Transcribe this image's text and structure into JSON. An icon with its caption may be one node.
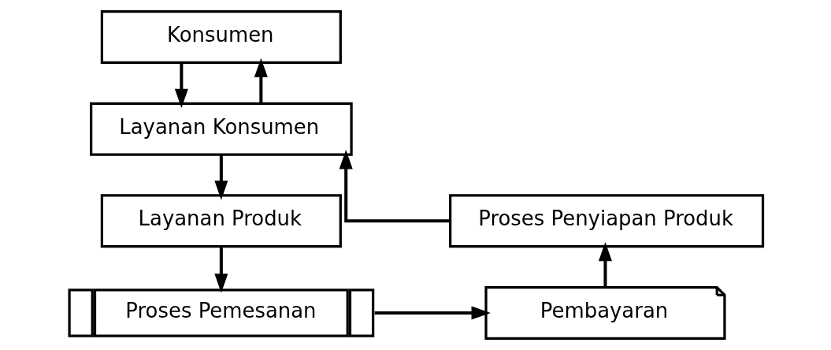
{
  "diagram": {
    "nodes": [
      {
        "text": [
          "Konsumen"
        ]
      },
      {
        "text": [
          "Layanan Konsumen"
        ]
      },
      {
        "text": [
          "Layanan Produk"
        ]
      },
      {
        "text": [
          "Proses Pemesanan"
        ]
      },
      {
        "text": [
          "Pembayaran"
        ]
      },
      {
        "text": [
          "Proses Penyiapan Produk"
        ]
      }
    ],
    "edges": [
      {
        "from": 0,
        "to": 1,
        "arrow": "to"
      },
      {
        "from": 1,
        "to": 0,
        "arrow": "to"
      },
      {
        "from": 1,
        "to": 2,
        "arrow": "to"
      },
      {
        "from": 2,
        "to": 3,
        "arrow": "to"
      },
      {
        "from": 3,
        "to": 4,
        "arrow": "to"
      },
      {
        "from": 4,
        "to": 5,
        "arrow": "to"
      },
      {
        "from": 5,
        "to": 1,
        "arrow": "to"
      }
    ]
  }
}
